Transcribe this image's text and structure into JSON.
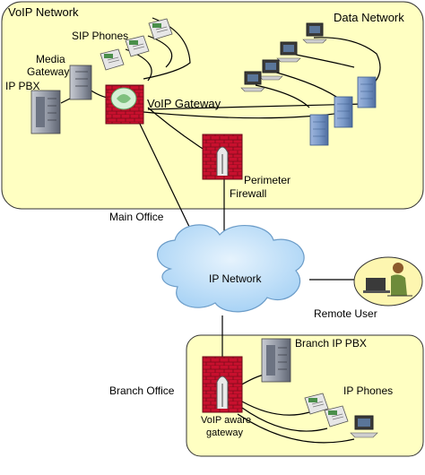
{
  "zones": {
    "main_title": "VoIP Network",
    "data_network": "Data Network",
    "main_office": "Main Office",
    "branch_office": "Branch Office"
  },
  "labels": {
    "sip_phones": "SIP Phones",
    "media_gateway_line1": "Media",
    "media_gateway_line2": "Gateway",
    "ip_pbx": "IP PBX",
    "voip_gateway": "VoIP Gateway",
    "perimeter_firewall_line1": "Perimeter",
    "perimeter_firewall_line2": "Firewall",
    "ip_network": "IP Network",
    "remote_user": "Remote User",
    "branch_ip_pbx": "Branch IP PBX",
    "ip_phones": "IP Phones",
    "voip_aware_gateway_line1": "VoIP aware",
    "voip_aware_gateway_line2": "gateway"
  },
  "colors": {
    "zone_fill": "#ffffc2",
    "zone_stroke": "#333333",
    "firewall_red": "#c8102e",
    "cloud_fill": "#c7e3fa",
    "server_blue": "#7b9ac9",
    "remote_circle": "#fdf6b0"
  }
}
